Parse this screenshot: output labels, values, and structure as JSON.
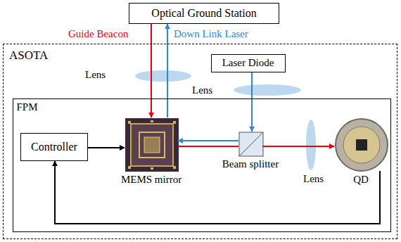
{
  "diagram": {
    "nodes": [
      {
        "text": [
          "Optical Ground Station"
        ]
      },
      {
        "text": [
          "ASOTA"
        ]
      },
      {
        "text": [
          "Laser Diode"
        ],
        "in": 1
      },
      {
        "text": [
          "FPM"
        ],
        "in": 1
      },
      {
        "text": [
          "Controller"
        ],
        "in": 3
      },
      {
        "text": [
          "MEMS mirror"
        ],
        "in": 3
      },
      {
        "text": [
          "Beam splitter"
        ],
        "in": 3
      },
      {
        "text": [
          "QD"
        ],
        "in": 3
      }
    ],
    "edges": [
      {
        "from": 0,
        "to": 5,
        "arrow": "to",
        "label": "Guide Beacon"
      },
      {
        "from": 5,
        "to": 0,
        "arrow": "to",
        "label": "Down Link Laser"
      },
      {
        "from": 2,
        "to": 6,
        "arrow": "to"
      },
      {
        "from": 6,
        "to": 5,
        "arrow": "to"
      },
      {
        "from": 5,
        "to": 6,
        "arrow": "none"
      },
      {
        "from": 6,
        "to": 7,
        "arrow": "to"
      },
      {
        "from": 4,
        "to": 5,
        "arrow": "to"
      },
      {
        "from": 7,
        "to": 4,
        "arrow": "to"
      }
    ],
    "labels": [
      "Lens",
      "Lens",
      "Lens"
    ]
  }
}
